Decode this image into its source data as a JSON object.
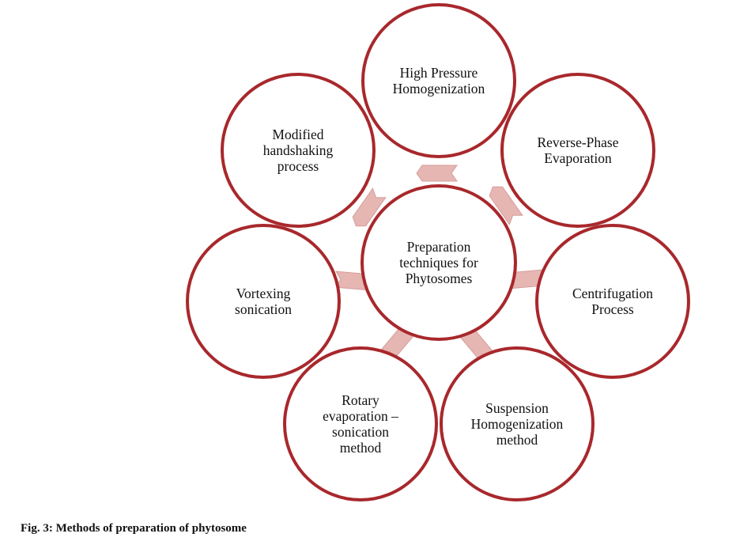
{
  "center": {
    "lines": [
      "Preparation",
      "techniques for",
      "Phytosomes"
    ]
  },
  "methods": [
    {
      "id": "high-pressure-homogenization",
      "lines": [
        "High Pressure",
        "Homogenization"
      ]
    },
    {
      "id": "reverse-phase-evaporation",
      "lines": [
        "Reverse-Phase",
        "Evaporation"
      ]
    },
    {
      "id": "centrifugation-process",
      "lines": [
        "Centrifugation",
        "Process"
      ]
    },
    {
      "id": "suspension-homogenization-method",
      "lines": [
        "Suspension",
        "Homogenization",
        "method"
      ]
    },
    {
      "id": "rotary-evaporation-sonication-method",
      "lines": [
        "Rotary",
        "evaporation –",
        "sonication",
        "method"
      ]
    },
    {
      "id": "vortexing-sonication",
      "lines": [
        "Vortexing",
        "sonication"
      ]
    },
    {
      "id": "modified-handshaking-process",
      "lines": [
        "Modified",
        "handshaking",
        "process"
      ]
    }
  ],
  "colors": {
    "circle_stroke": "#a8282c",
    "arrow_fill": "#e6b6b3",
    "text": "#111111"
  },
  "caption": "Fig. 3: Methods of preparation of phytosome"
}
